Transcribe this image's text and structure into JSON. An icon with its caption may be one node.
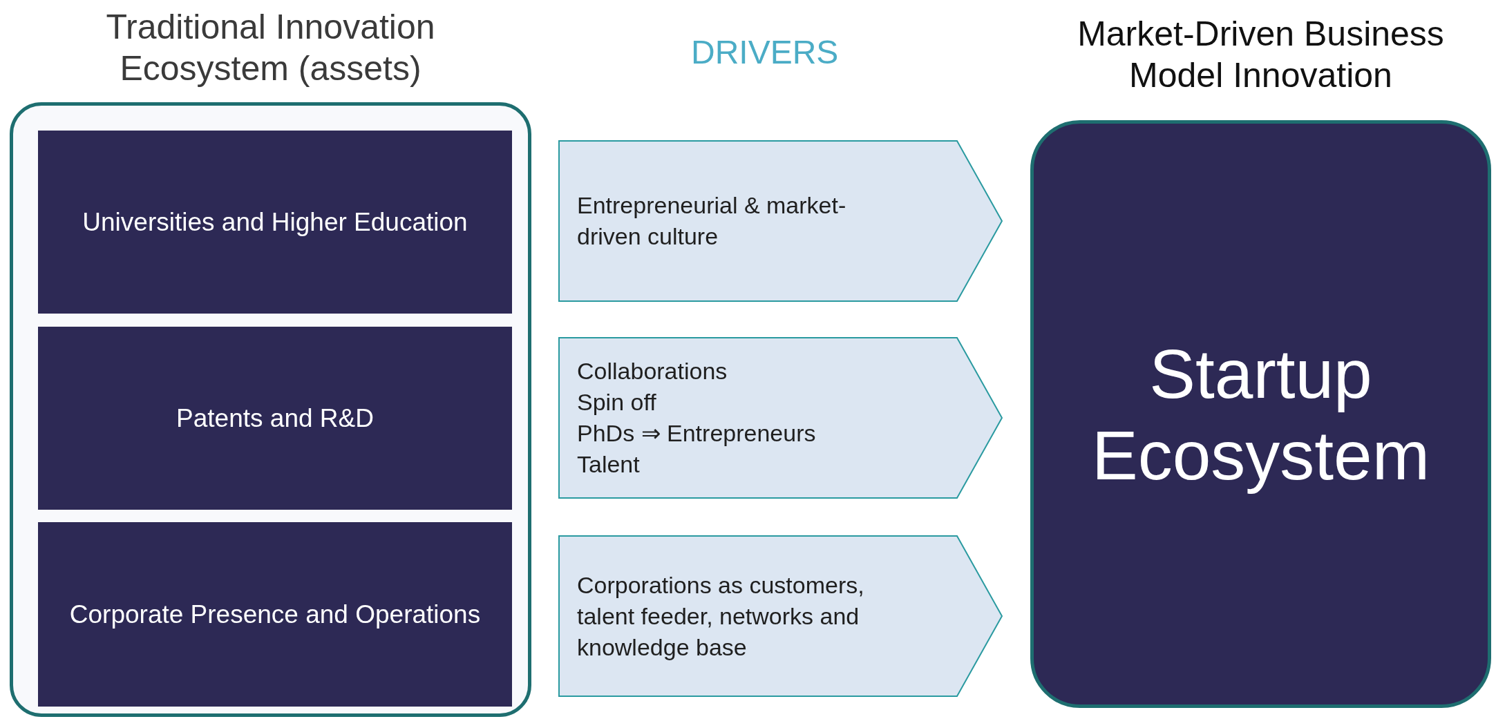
{
  "diagram": {
    "nodes": [
      {
        "text": [
          "Traditional Innovation Ecosystem (assets)"
        ]
      },
      {
        "text": [
          "Universities and Higher Education"
        ],
        "in": 0
      },
      {
        "text": [
          "Patents and R&D"
        ],
        "in": 0
      },
      {
        "text": [
          "Corporate Presence and Operations"
        ],
        "in": 0
      },
      {
        "text": [
          "Entrepreneurial & market-driven culture"
        ]
      },
      {
        "text": [
          "Collaborations",
          "Spin off",
          "PhDs ⇒ Entrepreneurs",
          "Talent"
        ]
      },
      {
        "text": [
          "Corporations as customers, talent feeder, networks and knowledge base"
        ]
      },
      {
        "text": [
          "Market-Driven Business Model Innovation",
          "Startup Ecosystem"
        ]
      }
    ],
    "labels": [
      "DRIVERS"
    ]
  }
}
